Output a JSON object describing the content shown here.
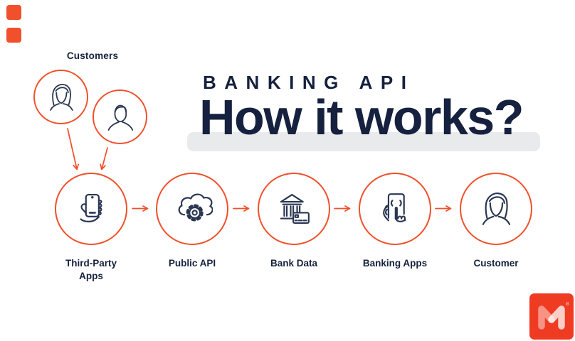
{
  "header": {
    "eyebrow": "BANKING API",
    "title": "How it works?"
  },
  "customers": {
    "label": "Customers",
    "members": [
      {
        "icon": "woman-icon"
      },
      {
        "icon": "man-icon"
      }
    ]
  },
  "flow": {
    "steps": [
      {
        "icon": "phone-in-hand-icon",
        "line1": "Third-Party",
        "line2": "Apps"
      },
      {
        "icon": "cloud-gear-icon",
        "line1": "Public API",
        "line2": ""
      },
      {
        "icon": "bank-card-icon",
        "line1": "Bank Data",
        "line2": ""
      },
      {
        "icon": "tablet-touch-icon",
        "line1": "Banking Apps",
        "line2": ""
      },
      {
        "icon": "woman-icon",
        "line1": "Customer",
        "line2": ""
      }
    ]
  },
  "logo": {
    "glyph": "M",
    "registered": "®"
  },
  "colors": {
    "accent": "#F0502B",
    "navy": "#15213E",
    "icon_stroke": "#2A3752",
    "highlight_bar": "#E9EAEC",
    "logo_red": "#EE3B22"
  }
}
